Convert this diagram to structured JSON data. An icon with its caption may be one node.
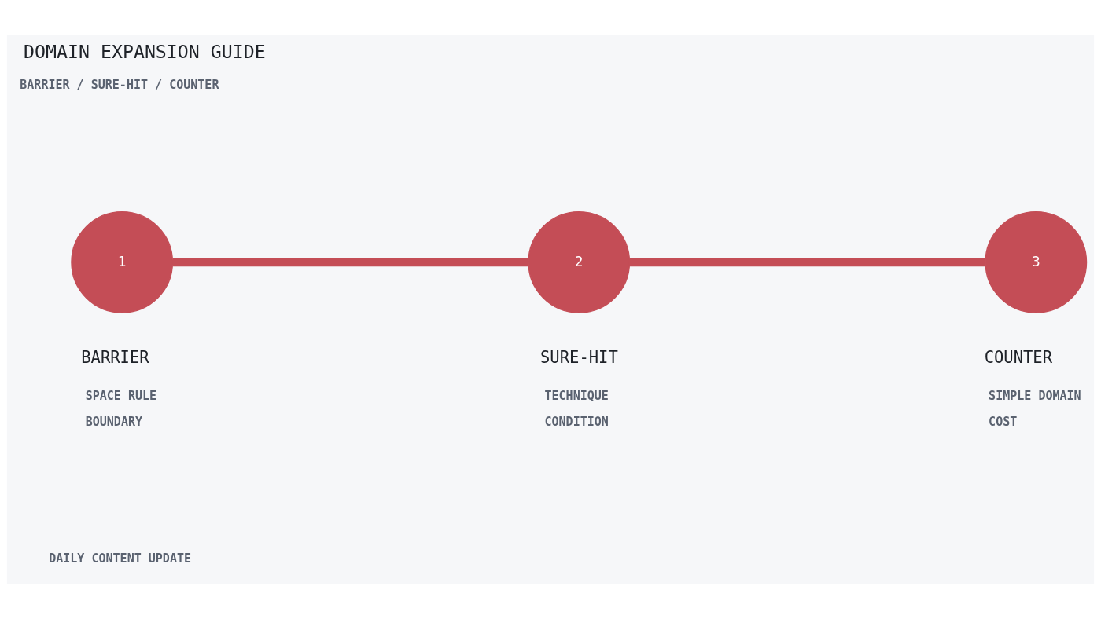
{
  "diagram": {
    "title": "DOMAIN EXPANSION GUIDE",
    "nodes": [
      {
        "text": [
          "1"
        ],
        "beside": [
          "BARRIER",
          "SPACE RULE",
          "BOUNDARY"
        ]
      },
      {
        "text": [
          "2"
        ],
        "beside": [
          "SURE-HIT",
          "TECHNIQUE",
          "CONDITION"
        ]
      },
      {
        "text": [
          "3"
        ],
        "beside": [
          "COUNTER",
          "SIMPLE DOMAIN",
          "COST"
        ]
      }
    ],
    "edges": [
      {
        "from": 0,
        "to": 1,
        "arrow": "none"
      },
      {
        "from": 1,
        "to": 2,
        "arrow": "none"
      }
    ],
    "labels": [
      "BARRIER / SURE-HIT / COUNTER",
      "DAILY CONTENT UPDATE"
    ]
  }
}
